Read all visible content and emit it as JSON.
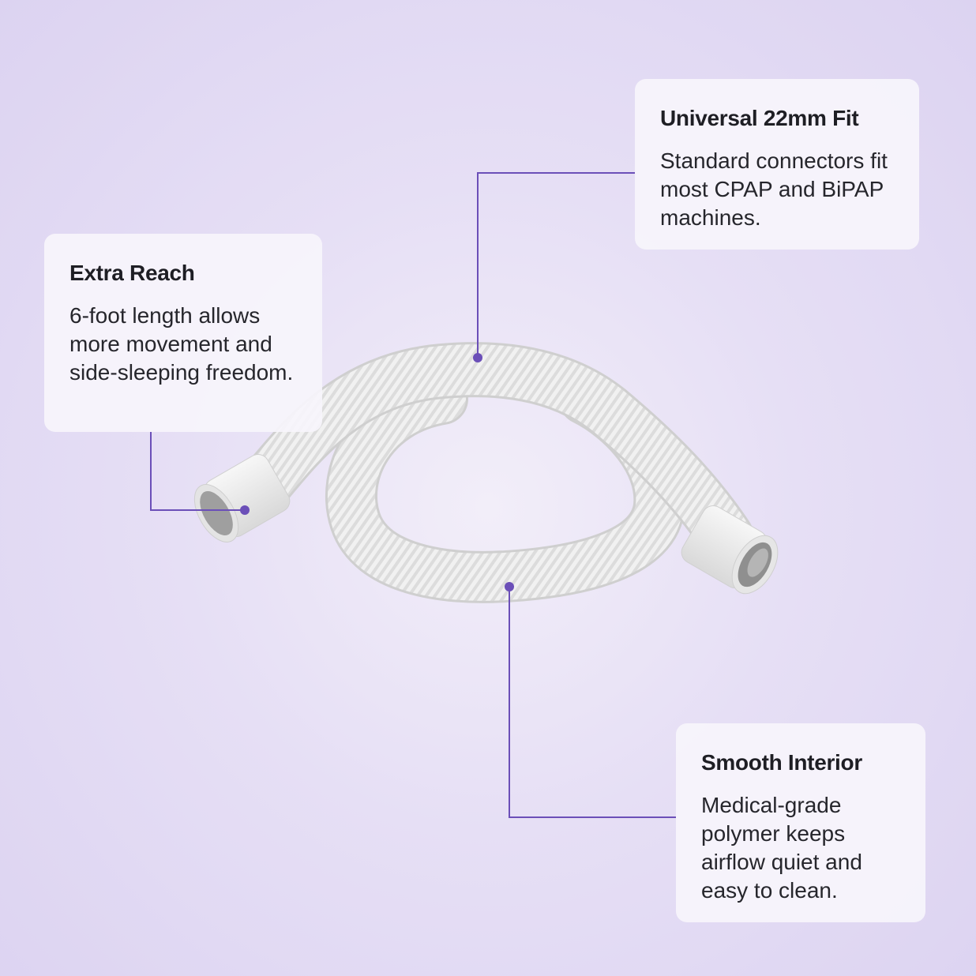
{
  "colors": {
    "accent": "#6b4fb8",
    "background": "#e3dcf4",
    "card": "#f6f4fb",
    "hose": "#ededed"
  },
  "callouts": [
    {
      "title": "Extra Reach",
      "body": "6-foot length allows more movement and side-sleeping freedom."
    },
    {
      "title": "Universal 22mm Fit",
      "body": "Standard connectors fit most CPAP and BiPAP machines."
    },
    {
      "title": "Smooth Interior",
      "body": "Medical-grade polymer keeps airflow quiet and easy to clean."
    }
  ],
  "product_image": "cpap-hose"
}
